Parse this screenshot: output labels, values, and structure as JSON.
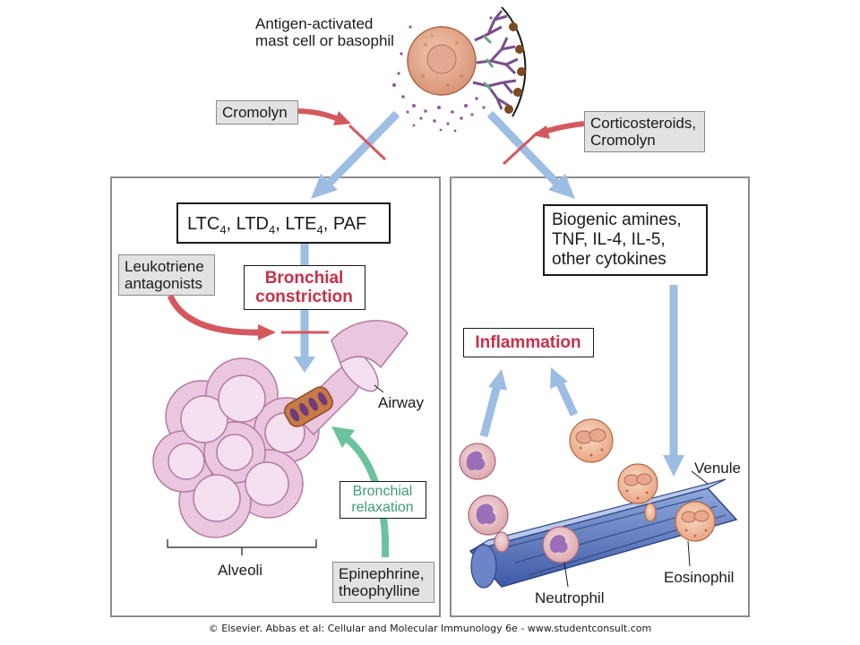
{
  "top": {
    "cell_label_1": "Antigen-activated",
    "cell_label_2": "mast cell or basophil"
  },
  "drugs": {
    "cromolyn": "Cromolyn",
    "corticosteroids_1": "Corticosteroids,",
    "corticosteroids_2": "Cromolyn",
    "leukotriene_1": "Leukotriene",
    "leukotriene_2": "antagonists",
    "epinephrine_1": "Epinephrine,",
    "epinephrine_2": "theophylline"
  },
  "left_panel": {
    "mediators": {
      "ltc": "LTC",
      "ltd": ", LTD",
      "lte": ", LTE",
      "paf": ", PAF",
      "sub": "4"
    },
    "bronchial_constriction_1": "Bronchial",
    "bronchial_constriction_2": "constriction",
    "airway": "Airway",
    "alveoli": "Alveoli",
    "bronchial_relaxation_1": "Bronchial",
    "bronchial_relaxation_2": "relaxation"
  },
  "right_panel": {
    "cytokines_1": "Biogenic amines,",
    "cytokines_2": "TNF, IL-4, IL-5,",
    "cytokines_3": "other cytokines",
    "inflammation": "Inflammation",
    "venule": "Venule",
    "eosinophil": "Eosinophil",
    "neutrophil": "Neutrophil"
  },
  "footer": {
    "copyright": "© Elsevier. Abbas et al: Cellular and Molecular Immunology 6e - www.studentconsult.com"
  },
  "colors": {
    "blue_arrow": "#9dbde3",
    "red_arrow": "#d4595f",
    "green_arrow": "#6cc29c",
    "red_text": "#c7304a",
    "panel_border": "#8c8c8c"
  }
}
